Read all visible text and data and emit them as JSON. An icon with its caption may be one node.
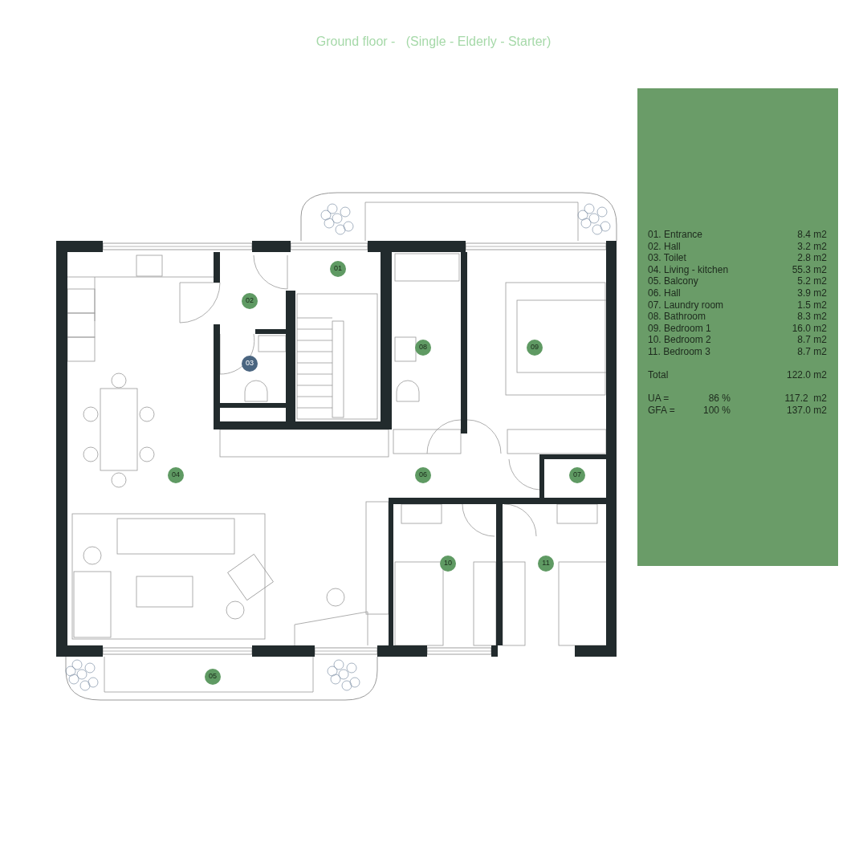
{
  "diagram": {
    "title": "Ground floor -   (Single - Elderly - Starter)",
    "nodes": [
      {
        "text": [
          "01"
        ]
      },
      {
        "text": [
          "02"
        ]
      },
      {
        "text": [
          "03"
        ]
      },
      {
        "text": [
          "04"
        ]
      },
      {
        "text": [
          "05"
        ]
      },
      {
        "text": [
          "06"
        ]
      },
      {
        "text": [
          "07"
        ]
      },
      {
        "text": [
          "08"
        ]
      },
      {
        "text": [
          "09"
        ]
      },
      {
        "text": [
          "10"
        ]
      },
      {
        "text": [
          "11"
        ]
      }
    ],
    "labels": [
      "01. Entrance",
      "8.4 m2",
      "02. Hall",
      "3.2 m2",
      "03. Toilet",
      "2.8 m2",
      "04. Living - kitchen",
      "55.3 m2",
      "05. Balcony",
      "5.2 m2",
      "06. Hall",
      "3.9 m2",
      "07. Laundry room",
      "1.5 m2",
      "08. Bathroom",
      "8.3 m2",
      "09. Bedroom 1",
      "16.0 m2",
      "10. Bedroom 2",
      "8.7 m2",
      "11. Bedroom 3",
      "8.7 m2",
      "Total",
      "122.0 m2",
      "UA =",
      "86 %",
      "117.2  m2",
      "GFA =",
      "100 %",
      "137.0 m2"
    ]
  }
}
